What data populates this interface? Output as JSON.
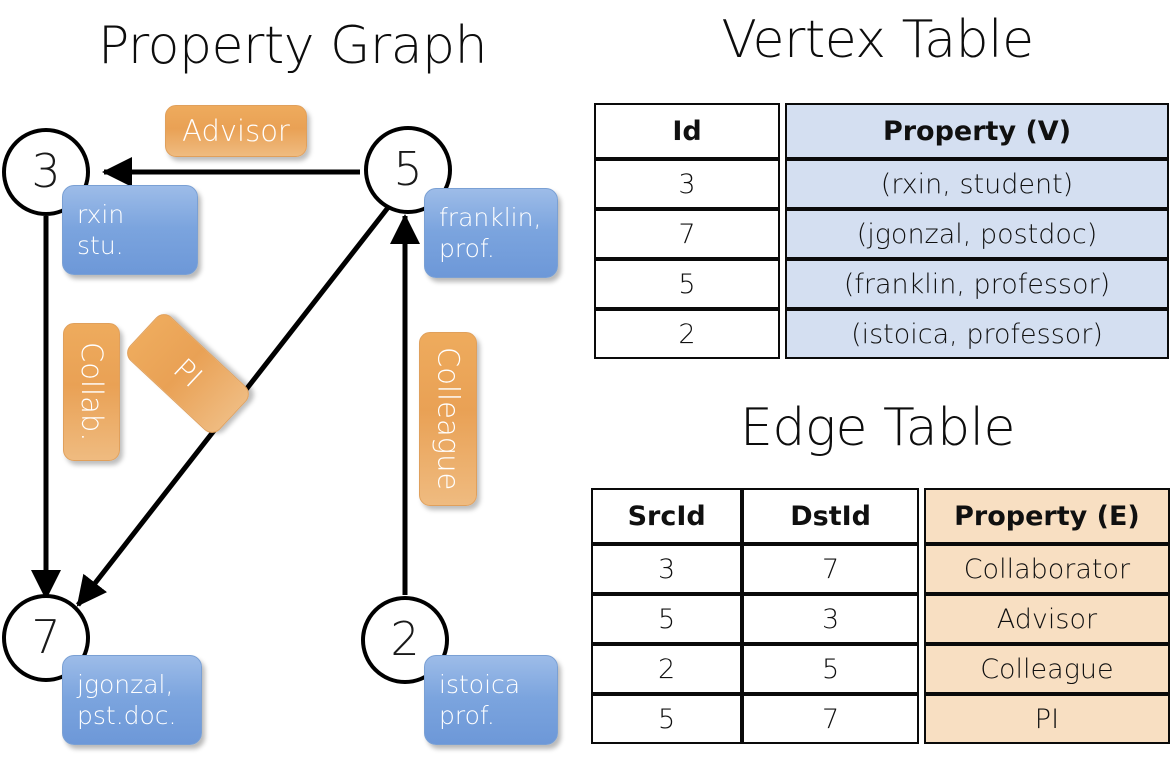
{
  "titles": {
    "graph": "Property Graph",
    "vertex_table": "Vertex Table",
    "edge_table": "Edge Table"
  },
  "colors": {
    "vertex_property_fill": "#d4dff1",
    "edge_property_fill": "#f8dfc2",
    "node_callout_fill": "#7ba4de",
    "edge_chip_fill": "#e9a155",
    "border": "#0a0a0a",
    "text": "#101010"
  },
  "graph": {
    "nodes": [
      {
        "id": "3",
        "label_line1": "rxin",
        "label_line2": "stu."
      },
      {
        "id": "5",
        "label_line1": "franklin,",
        "label_line2": "prof."
      },
      {
        "id": "7",
        "label_line1": "jgonzal,",
        "label_line2": "pst.doc."
      },
      {
        "id": "2",
        "label_line1": "istoica",
        "label_line2": "prof."
      }
    ],
    "edge_labels": [
      {
        "name": "advisor",
        "text": "Advisor"
      },
      {
        "name": "collab",
        "text": "Collab."
      },
      {
        "name": "pi",
        "text": "PI"
      },
      {
        "name": "colleague",
        "text": "Colleague"
      }
    ],
    "edges": [
      {
        "from": "5",
        "to": "3",
        "label": "Advisor"
      },
      {
        "from": "3",
        "to": "7",
        "label": "Collab."
      },
      {
        "from": "5",
        "to": "7",
        "label": "PI"
      },
      {
        "from": "2",
        "to": "5",
        "label": "Colleague"
      }
    ]
  },
  "vertex_table": {
    "columns": [
      "Id",
      "Property (V)"
    ],
    "rows": [
      {
        "id": "3",
        "property": "(rxin, student)"
      },
      {
        "id": "7",
        "property": "(jgonzal, postdoc)"
      },
      {
        "id": "5",
        "property": "(franklin, professor)"
      },
      {
        "id": "2",
        "property": "(istoica, professor)"
      }
    ]
  },
  "edge_table": {
    "columns": [
      "SrcId",
      "DstId",
      "Property (E)"
    ],
    "rows": [
      {
        "src": "3",
        "dst": "7",
        "property": "Collaborator"
      },
      {
        "src": "5",
        "dst": "3",
        "property": "Advisor"
      },
      {
        "src": "2",
        "dst": "5",
        "property": "Colleague"
      },
      {
        "src": "5",
        "dst": "7",
        "property": "PI"
      }
    ]
  }
}
